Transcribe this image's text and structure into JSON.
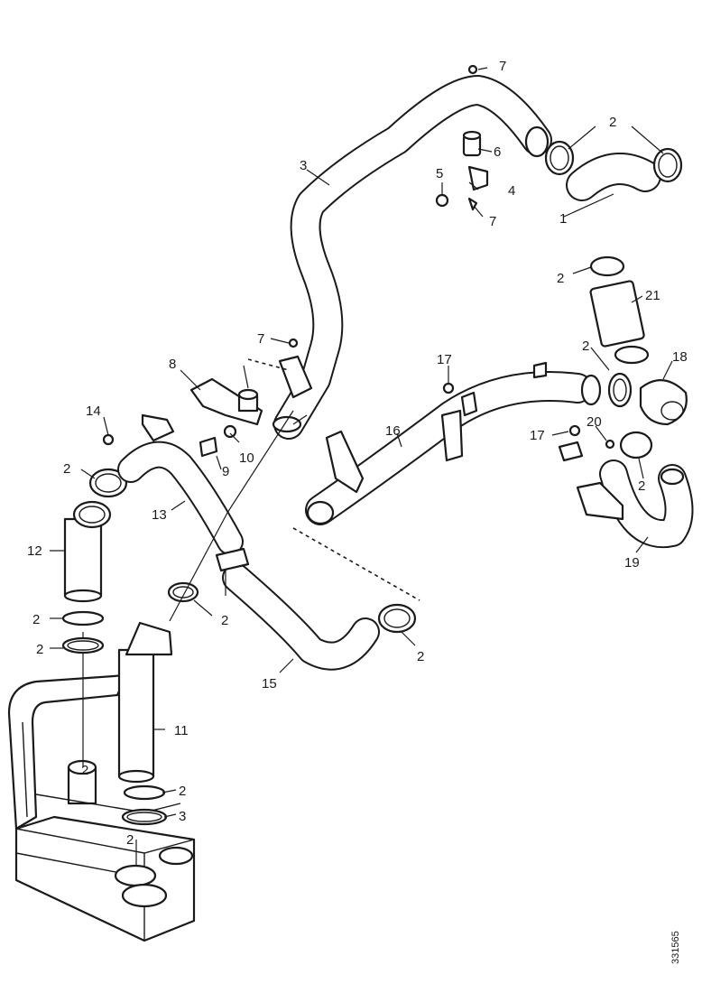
{
  "diagram": {
    "figure_id": "331565",
    "callouts": [
      {
        "id": "c1",
        "label": "1"
      },
      {
        "id": "c2a",
        "label": "2"
      },
      {
        "id": "c2b",
        "label": "2"
      },
      {
        "id": "c2c",
        "label": "2"
      },
      {
        "id": "c2d",
        "label": "2"
      },
      {
        "id": "c2e",
        "label": "2"
      },
      {
        "id": "c2f",
        "label": "2"
      },
      {
        "id": "c2g",
        "label": "2"
      },
      {
        "id": "c2h",
        "label": "2"
      },
      {
        "id": "c2i",
        "label": "2"
      },
      {
        "id": "c2j",
        "label": "2"
      },
      {
        "id": "c2k",
        "label": "2"
      },
      {
        "id": "c2l",
        "label": "2"
      },
      {
        "id": "c3",
        "label": "3"
      },
      {
        "id": "c3b",
        "label": "3"
      },
      {
        "id": "c4",
        "label": "4"
      },
      {
        "id": "c5",
        "label": "5"
      },
      {
        "id": "c6",
        "label": "6"
      },
      {
        "id": "c7a",
        "label": "7"
      },
      {
        "id": "c7b",
        "label": "7"
      },
      {
        "id": "c7c",
        "label": "7"
      },
      {
        "id": "c8",
        "label": "8"
      },
      {
        "id": "c9",
        "label": "9"
      },
      {
        "id": "c10",
        "label": "10"
      },
      {
        "id": "c11",
        "label": "11"
      },
      {
        "id": "c12",
        "label": "12"
      },
      {
        "id": "c13",
        "label": "13"
      },
      {
        "id": "c14",
        "label": "14"
      },
      {
        "id": "c15",
        "label": "15"
      },
      {
        "id": "c16",
        "label": "16"
      },
      {
        "id": "c17a",
        "label": "17"
      },
      {
        "id": "c17b",
        "label": "17"
      },
      {
        "id": "c18",
        "label": "18"
      },
      {
        "id": "c19",
        "label": "19"
      },
      {
        "id": "c20",
        "label": "20"
      },
      {
        "id": "c21",
        "label": "21"
      }
    ]
  }
}
